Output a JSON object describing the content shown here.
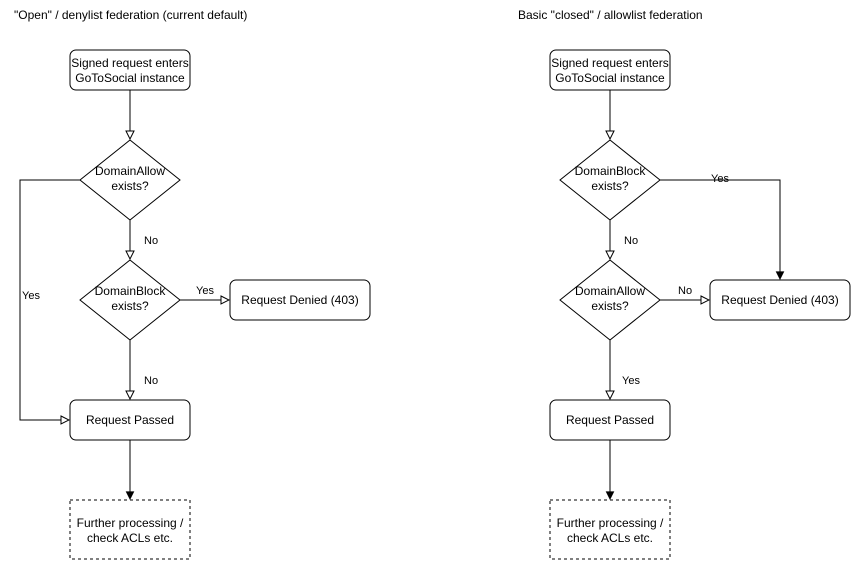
{
  "left": {
    "title": "\"Open\" / denylist federation (current default)",
    "start": [
      "Signed request enters",
      "GoToSocial instance"
    ],
    "check1": [
      "DomainAllow",
      "exists?"
    ],
    "check2": [
      "DomainBlock",
      "exists?"
    ],
    "denied": "Request Denied (403)",
    "passed": "Request Passed",
    "further": [
      "Further processing /",
      "check ACLs etc."
    ],
    "edge_check1_no": "No",
    "edge_check1_yes": "Yes",
    "edge_check2_yes": "Yes",
    "edge_check2_no": "No"
  },
  "right": {
    "title": "Basic \"closed\" / allowlist federation",
    "start": [
      "Signed request enters",
      "GoToSocial instance"
    ],
    "check1": [
      "DomainBlock",
      "exists?"
    ],
    "check2": [
      "DomainAllow",
      "exists?"
    ],
    "denied": "Request Denied (403)",
    "passed": "Request Passed",
    "further": [
      "Further processing /",
      "check ACLs etc."
    ],
    "edge_check1_yes": "Yes",
    "edge_check1_no": "No",
    "edge_check2_no": "No",
    "edge_check2_yes": "Yes"
  }
}
